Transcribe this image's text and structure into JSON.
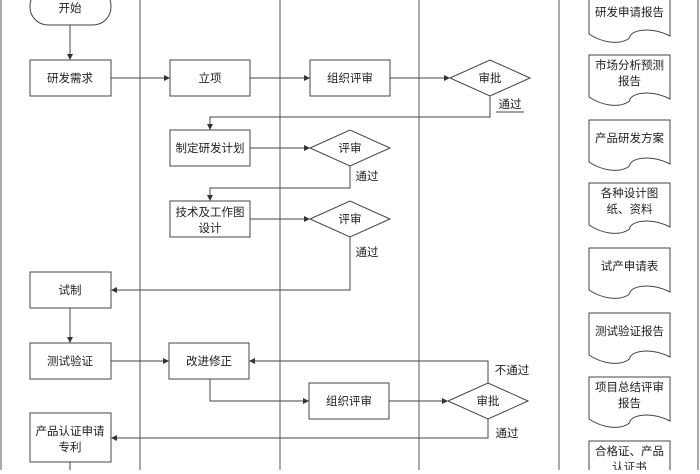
{
  "flow": {
    "start": "开始",
    "rd_demand": "研发需求",
    "project_setup": "立项",
    "org_review_1": "组织评审",
    "approve_1": "审批",
    "pass_1": "通过",
    "make_plan": "制定研发计划",
    "review_1": "评审",
    "pass_2": "通过",
    "tech_design_line1": "技术及工作图",
    "tech_design_line2": "设计",
    "review_2": "评审",
    "pass_3": "通过",
    "trial": "试制",
    "test_verify": "测试验证",
    "improve": "改进修正",
    "org_review_2": "组织评审",
    "approve_2": "审批",
    "fail": "不通过",
    "pass_4": "通过",
    "cert_line1": "产品认证申请",
    "cert_line2": "专利"
  },
  "documents": [
    {
      "line1": "研发申请报告",
      "line2": ""
    },
    {
      "line1": "市场分析预测",
      "line2": "报告"
    },
    {
      "line1": "产品研发方案",
      "line2": ""
    },
    {
      "line1": "各种设计图",
      "line2": "纸、资料"
    },
    {
      "line1": "试产申请表",
      "line2": ""
    },
    {
      "line1": "测试验证报告",
      "line2": ""
    },
    {
      "line1": "项目总结评审",
      "line2": "报告"
    },
    {
      "line1": "合格证、产品",
      "line2": "认证书"
    }
  ]
}
